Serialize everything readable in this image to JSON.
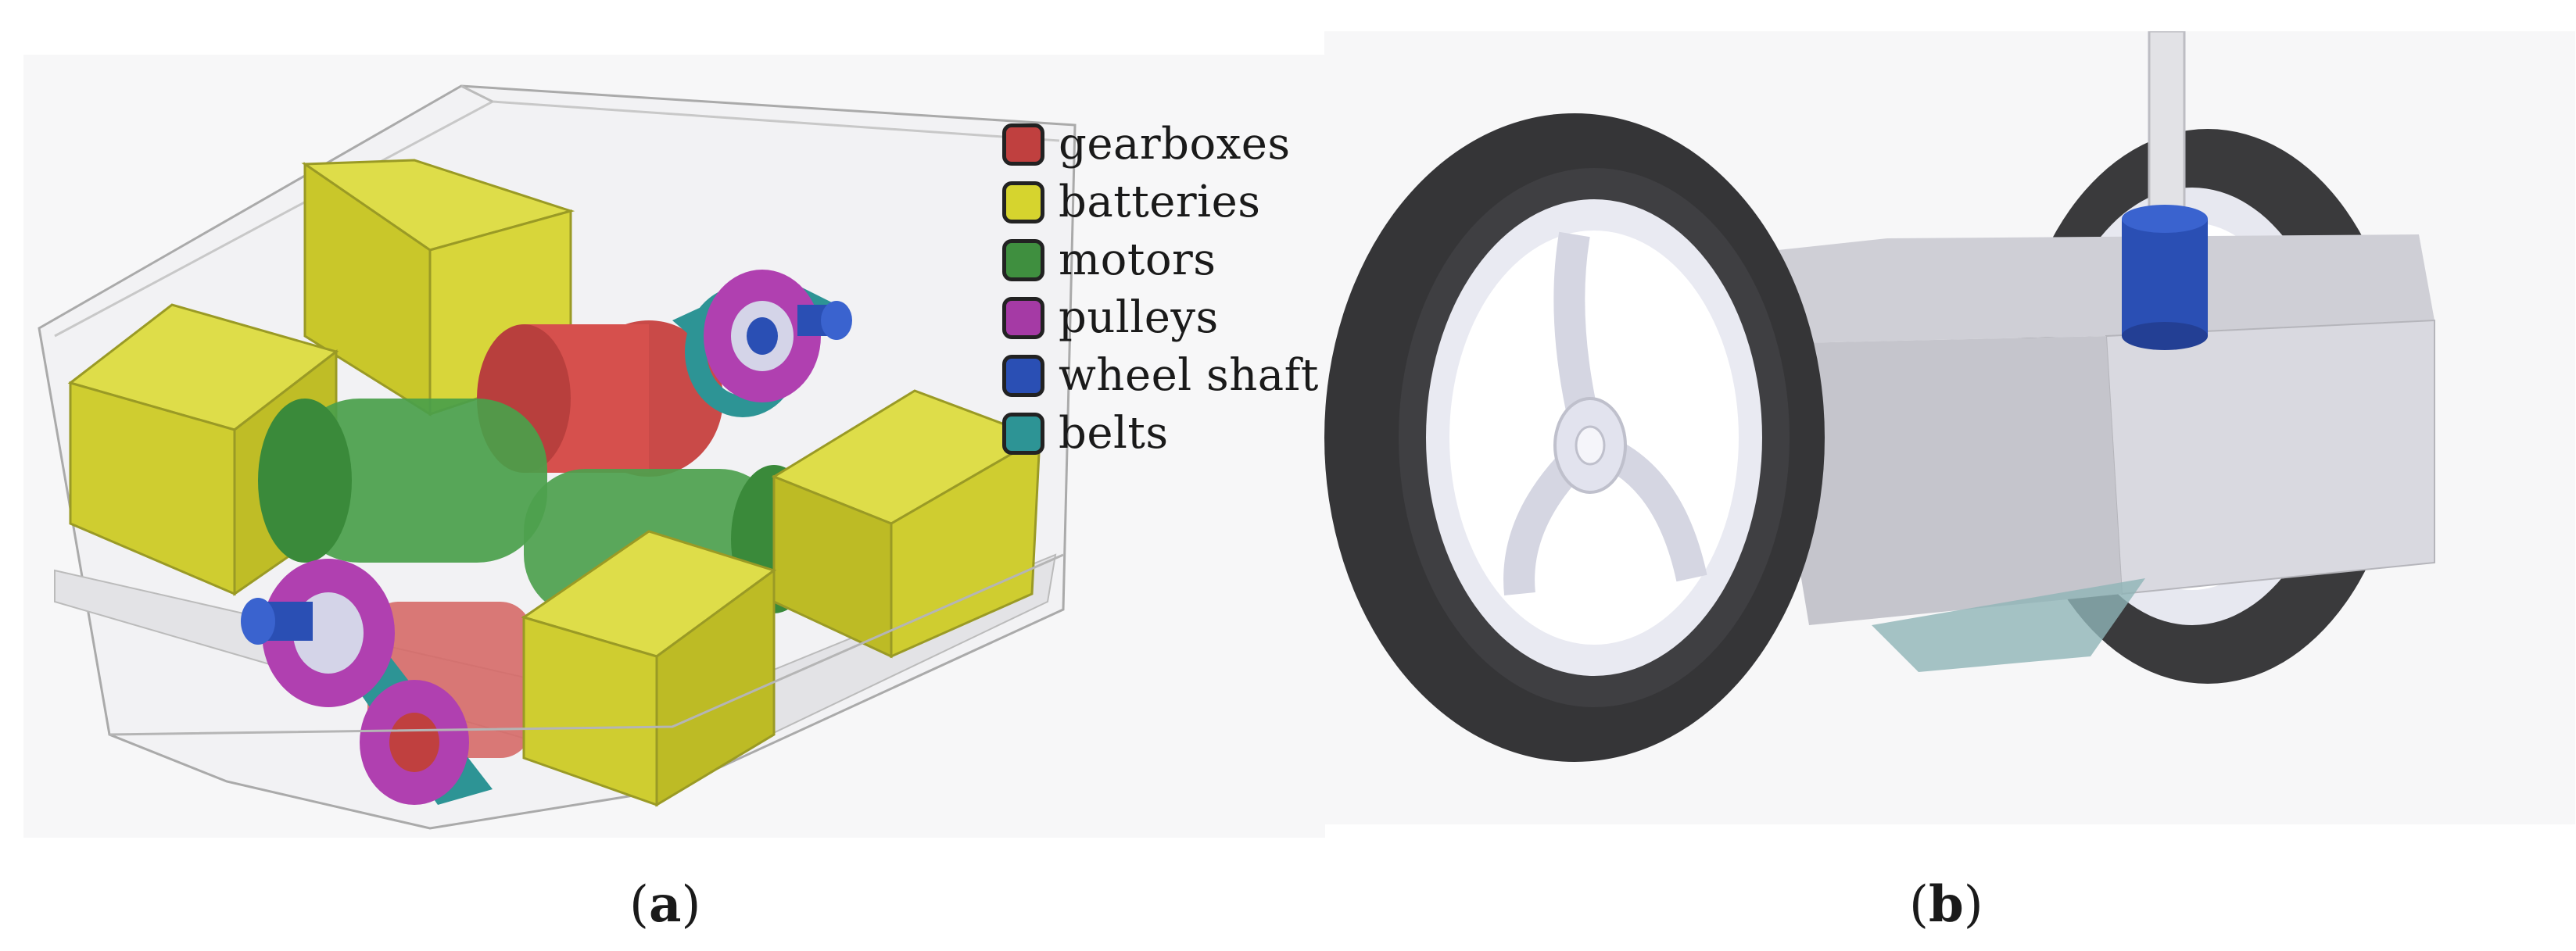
{
  "legend": {
    "items": [
      {
        "label": "gearboxes",
        "color": "#c0403f"
      },
      {
        "label": "batteries",
        "color": "#d6d42e"
      },
      {
        "label": "motors",
        "color": "#3f8f3f"
      },
      {
        "label": "pulleys",
        "color": "#a53aa5"
      },
      {
        "label": "wheel shaft",
        "color": "#2a4fb4"
      },
      {
        "label": "belts",
        "color": "#2d9495"
      }
    ]
  },
  "captions": {
    "a": {
      "open": "(",
      "letter": "a",
      "close": ")"
    },
    "b": {
      "open": "(",
      "letter": "b",
      "close": ")"
    }
  }
}
